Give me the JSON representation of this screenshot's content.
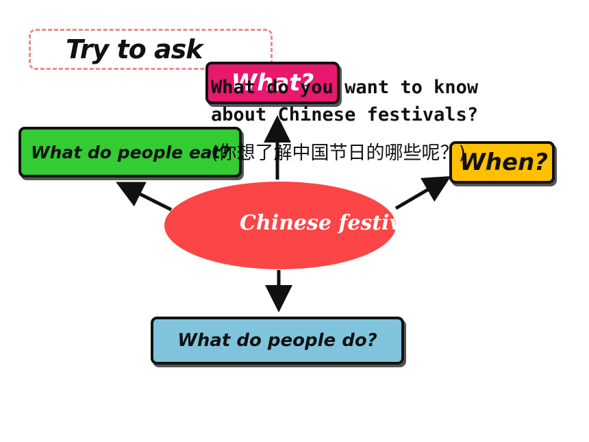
{
  "title_box": {
    "label": "Try to ask"
  },
  "center": {
    "label": "Chinese festiva"
  },
  "questions": {
    "what": "What?",
    "eat": "What do people eat?",
    "when": "When?",
    "do": "What do people do?"
  },
  "prompt": {
    "line1": "What do you want to know",
    "line2": "about Chinese festivals?",
    "line3": "(你想了解中国节日的哪些呢？)"
  },
  "colors": {
    "center": "#fb4546",
    "what": "#e8186e",
    "eat": "#33cc33",
    "when": "#ffc000",
    "do": "#7fc4dc",
    "dashed_border": "#ef8a8a"
  }
}
